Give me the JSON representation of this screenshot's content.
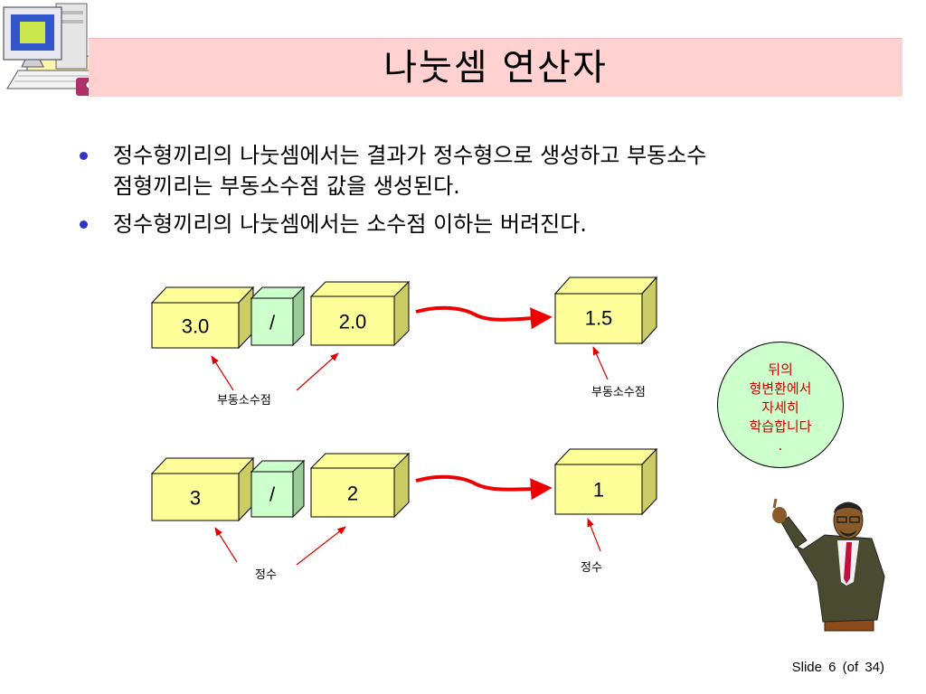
{
  "slide": {
    "title": "나눗셈 연산자",
    "bullets": [
      {
        "line1": "정수형끼리의 나눗셈에서는 결과가 정수형으로 생성하고 부동소수",
        "line2": "점형끼리는 부동소수점 값을 생성된다."
      },
      {
        "line1": "정수형끼리의 나눗셈에서는 소수점 이하는 버려진다.",
        "line2": ""
      }
    ],
    "footer": "Slide 6 (of 34)"
  },
  "diagram": {
    "float_row": {
      "left": "3.0",
      "op": "/",
      "right": "2.0",
      "result": "1.5",
      "operand_note": "부동소수점",
      "result_note": "부동소수점"
    },
    "int_row": {
      "left": "3",
      "op": "/",
      "right": "2",
      "result": "1",
      "operand_note": "정수",
      "result_note": "정수"
    },
    "bubble_text": "뒤의\n형변환에서\n자세히\n학습합니다\n."
  },
  "colors": {
    "title_bg": "#FFD1D1",
    "box_front": "#FFFF99",
    "box_side": "#CCCC66",
    "op_box": "#CCFFCC",
    "arrow_main": "#EE0000",
    "bullet": "#3333CC"
  }
}
